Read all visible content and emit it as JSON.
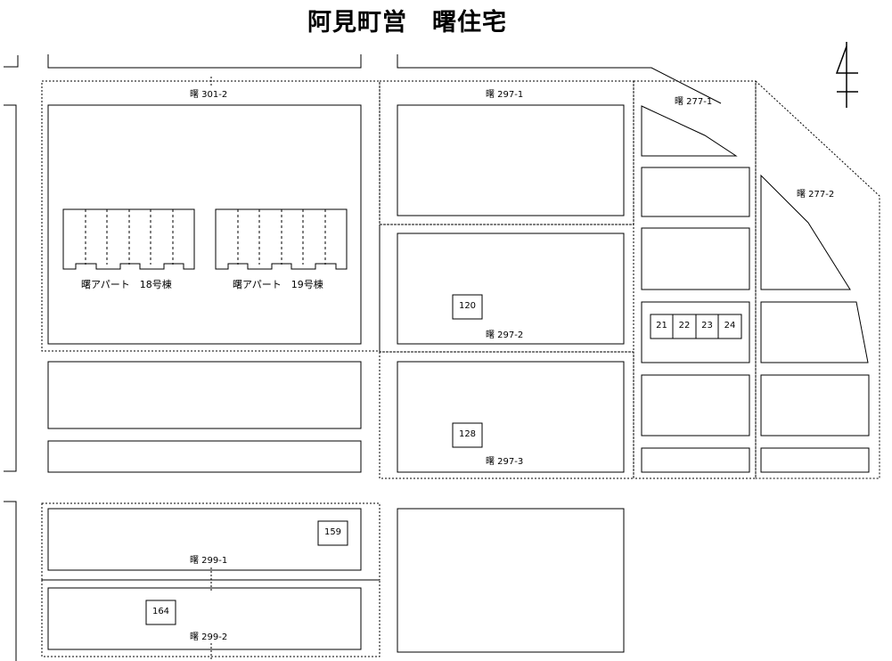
{
  "title": "阿見町営　曙住宅",
  "north_symbol": "north-arrow-icon",
  "lots": {
    "l301_2": "曙 301-2",
    "l297_1": "曙 297-1",
    "l297_2": "曙 297-2",
    "l297_3": "曙 297-3",
    "l277_1": "曙 277-1",
    "l277_2": "曙 277-2",
    "l299_1": "曙 299-1",
    "l299_2": "曙 299-2"
  },
  "buildings": {
    "b18": "曙アパート　18号棟",
    "b19": "曙アパート　19号棟"
  },
  "units": {
    "u120": "120",
    "u128": "128",
    "u159": "159",
    "u164": "164",
    "u21": "21",
    "u22": "22",
    "u23": "23",
    "u24": "24"
  }
}
